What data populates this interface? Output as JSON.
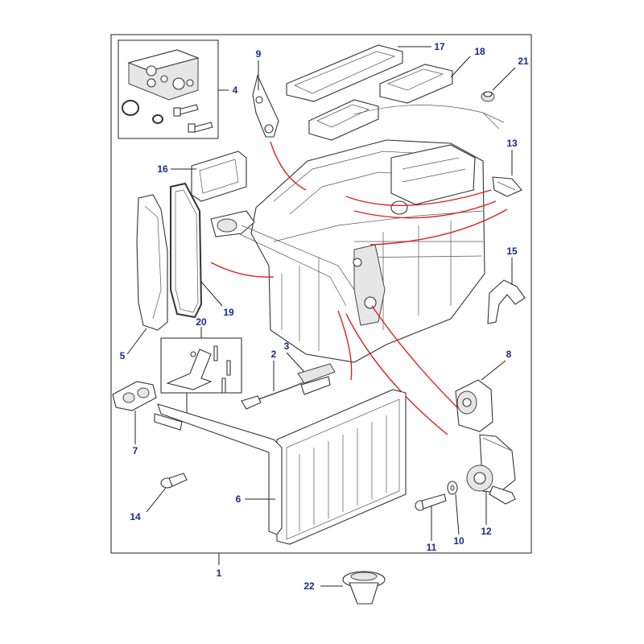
{
  "callouts": {
    "c1": "1",
    "c2": "2",
    "c3": "3",
    "c4": "4",
    "c5": "5",
    "c6": "6",
    "c7": "7",
    "c8": "8",
    "c9": "9",
    "c10": "10",
    "c11": "11",
    "c12": "12",
    "c13": "13",
    "c14": "14",
    "c15": "15",
    "c16": "16",
    "c17": "17",
    "c18": "18",
    "c19": "19",
    "c20": "20",
    "c21": "21",
    "c22": "22"
  },
  "colors": {
    "callout_text": "#1a2a8c",
    "line": "#222222",
    "highlight_curve": "#dd2222"
  }
}
